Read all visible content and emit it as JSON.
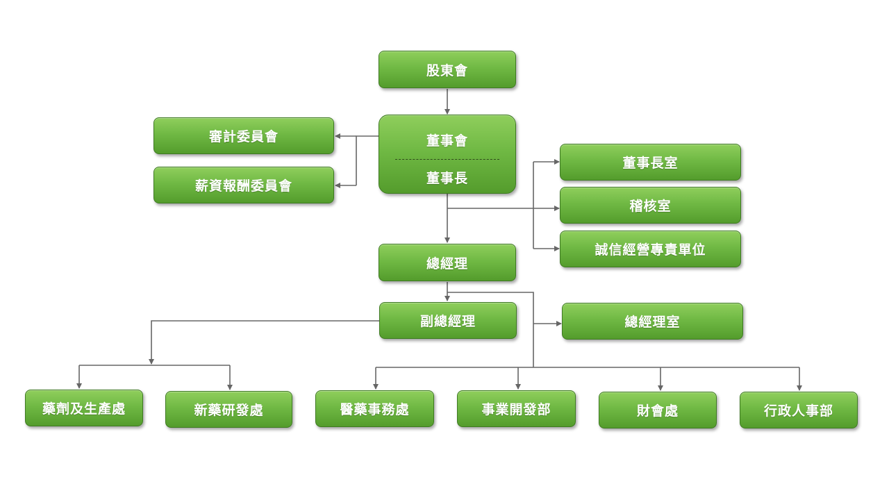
{
  "chart": {
    "shareholders": "股東會",
    "board": "董事會",
    "chairman": "董事長",
    "audit_committee": "審計委員會",
    "remuneration_committee": "薪資報酬委員會",
    "chairman_office": "董事長室",
    "internal_audit": "稽核室",
    "integrity_unit": "誠信經營專責單位",
    "general_manager": "總經理",
    "deputy_gm": "副總經理",
    "gm_office": "總經理室",
    "departments": [
      "藥劑及生產處",
      "新藥研發處",
      "醫藥事務處",
      "事業開發部",
      "財會處",
      "行政人事部"
    ]
  },
  "colors": {
    "box_fill_top": "#8fce5c",
    "box_fill_bottom": "#549c2c",
    "connector": "#666666",
    "text": "#ffffff"
  }
}
